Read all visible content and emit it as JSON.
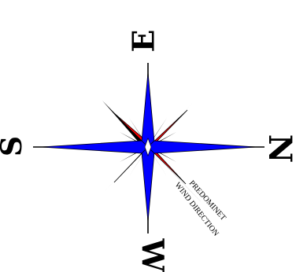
{
  "compass": {
    "north_label": "E",
    "east_label": "N",
    "south_label": "W",
    "west_label": "S",
    "note_line1": "PREDOMINET",
    "note_line2": "WIND DIRECTION"
  },
  "colors": {
    "blue": "#0000ff",
    "red": "#ff0000",
    "black": "#000000",
    "white": "#ffffff"
  }
}
